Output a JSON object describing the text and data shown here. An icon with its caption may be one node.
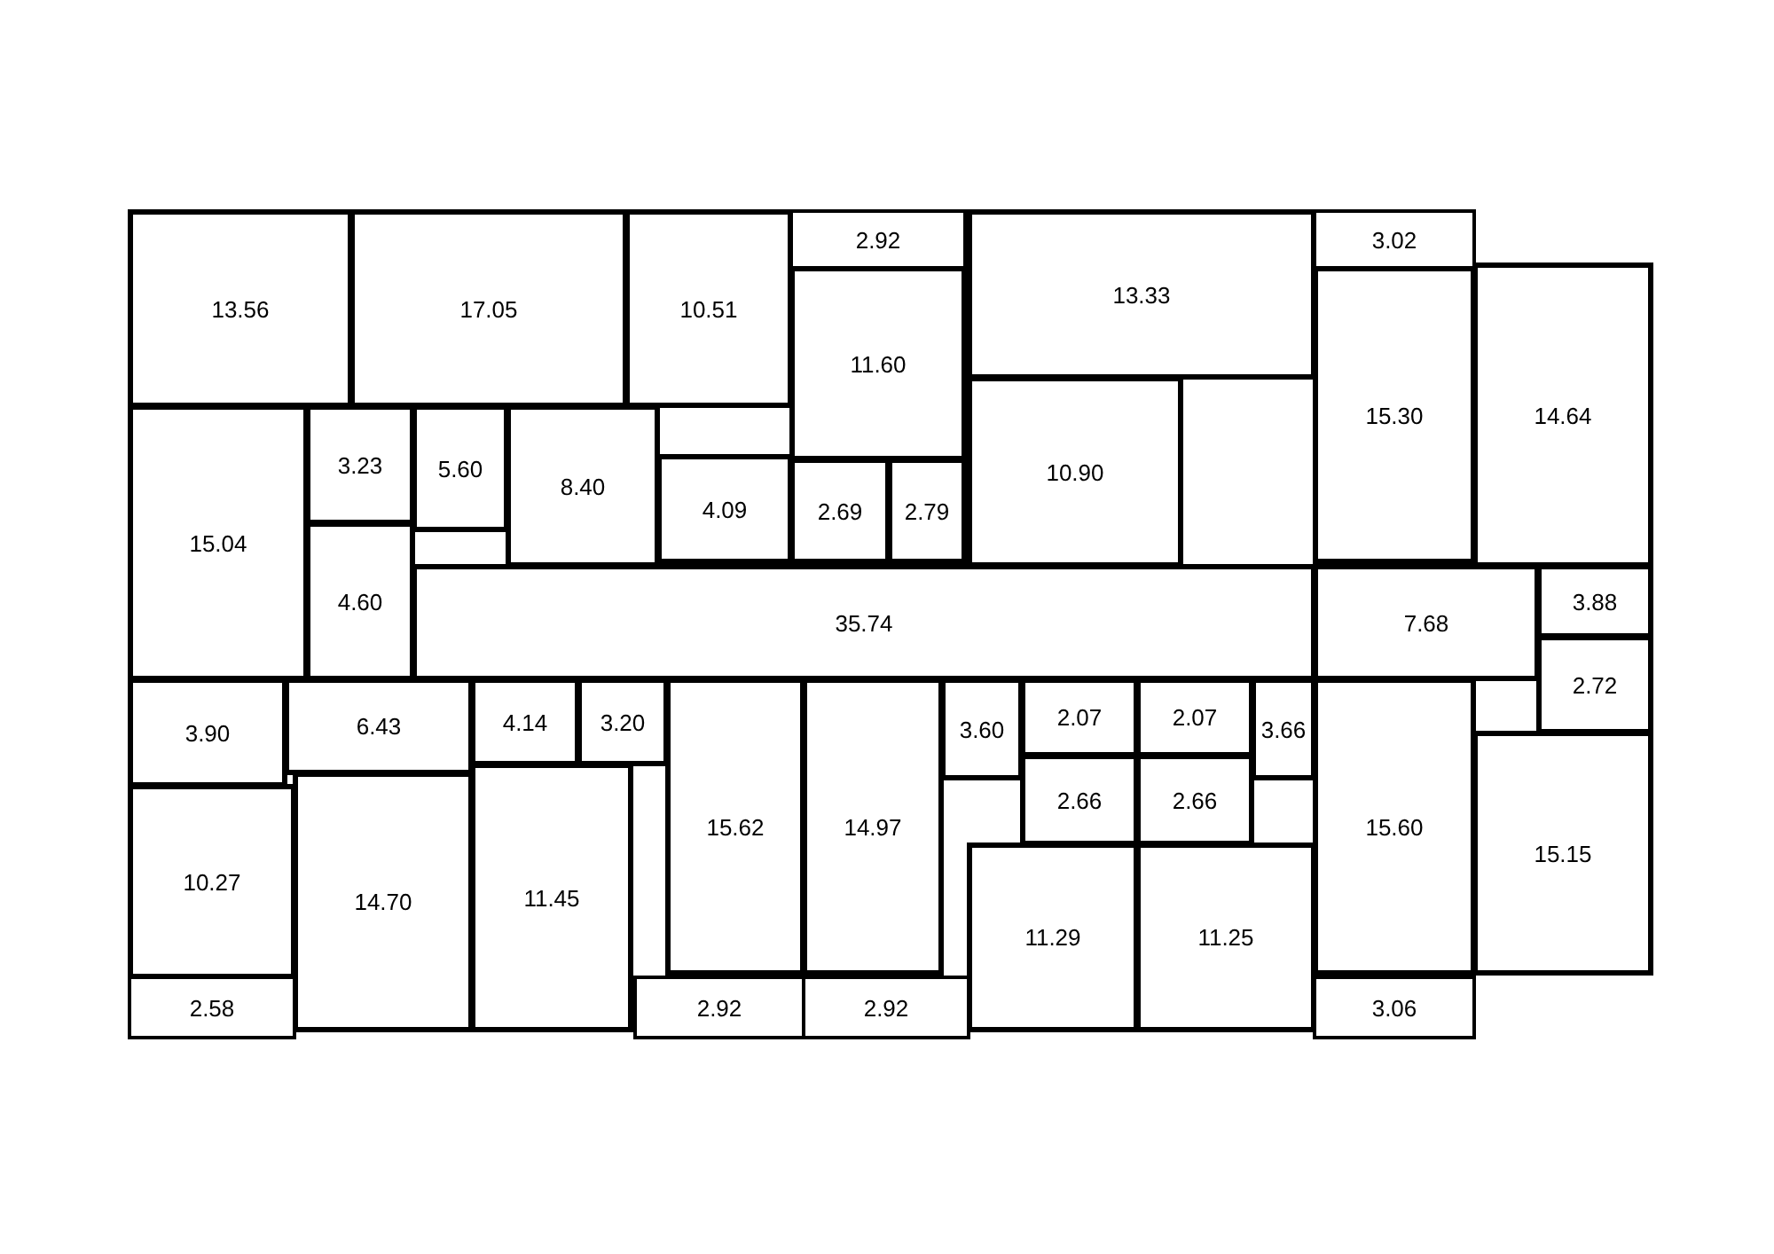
{
  "diagram": {
    "nodes": [
      {
        "text": [
          "13.56"
        ]
      },
      {
        "text": [
          "17.05"
        ]
      },
      {
        "text": [
          "10.51"
        ]
      },
      {
        "text": [
          "2.92"
        ]
      },
      {
        "text": [
          "13.33"
        ]
      },
      {
        "text": [
          "3.02"
        ]
      },
      {
        "text": [
          "11.60"
        ]
      },
      {
        "text": [
          "15.30"
        ]
      },
      {
        "text": [
          "14.64"
        ]
      },
      {
        "text": [
          "15.04"
        ]
      },
      {
        "text": [
          "3.23"
        ]
      },
      {
        "text": [
          "5.60"
        ]
      },
      {
        "text": [
          "8.40"
        ]
      },
      {
        "text": [
          "4.09"
        ]
      },
      {
        "text": [
          "2.69"
        ]
      },
      {
        "text": [
          "2.79"
        ]
      },
      {
        "text": [
          "10.90"
        ]
      },
      {
        "text": [
          "3.88"
        ]
      },
      {
        "text": [
          "4.60"
        ]
      },
      {
        "text": [
          "35.74"
        ]
      },
      {
        "text": [
          "7.68"
        ]
      },
      {
        "text": [
          "2.72"
        ]
      },
      {
        "text": [
          "3.90"
        ]
      },
      {
        "text": [
          "6.43"
        ]
      },
      {
        "text": [
          "4.14"
        ]
      },
      {
        "text": [
          "3.20"
        ]
      },
      {
        "text": [
          "15.62"
        ]
      },
      {
        "text": [
          "14.97"
        ]
      },
      {
        "text": [
          "3.60"
        ]
      },
      {
        "text": [
          "2.07"
        ]
      },
      {
        "text": [
          "2.07"
        ]
      },
      {
        "text": [
          "3.66"
        ]
      },
      {
        "text": [
          "2.66"
        ]
      },
      {
        "text": [
          "2.66"
        ]
      },
      {
        "text": [
          "10.27"
        ]
      },
      {
        "text": [
          "14.70"
        ]
      },
      {
        "text": [
          "11.45"
        ]
      },
      {
        "text": [
          "15.60"
        ]
      },
      {
        "text": [
          "15.15"
        ]
      },
      {
        "text": [
          "11.29"
        ]
      },
      {
        "text": [
          "11.25"
        ]
      },
      {
        "text": [
          "2.58"
        ]
      },
      {
        "text": [
          "2.92"
        ]
      },
      {
        "text": [
          "2.92"
        ]
      },
      {
        "text": [
          "3.06"
        ]
      }
    ]
  }
}
